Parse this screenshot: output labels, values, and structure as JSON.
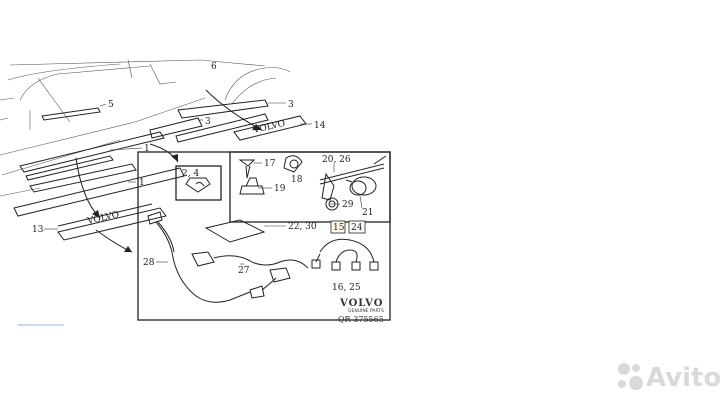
{
  "callouts": {
    "c5": "5",
    "c6": "6",
    "c3a": "3",
    "c3b": "3",
    "c14": "14",
    "c1a": "1",
    "c1b": "1",
    "c24": "2, 4",
    "c13": "13",
    "c17": "17",
    "c18": "18",
    "c2026": "20, 26",
    "c19": "19",
    "c29": "29",
    "c21": "21",
    "c2230": "22, 30",
    "c15": "15",
    "c24b": "24",
    "c28": "28",
    "c27": "27",
    "c1625": "16, 25"
  },
  "sill_text": {
    "upper": "VOLVO",
    "lower": "VOLVO"
  },
  "logo": {
    "brand": "VOLVO",
    "subtitle": "GENUINE PARTS",
    "reference": "QR-375565"
  },
  "watermark": {
    "text": "Avito"
  },
  "colors": {
    "line": "#222222",
    "faint_line": "#8cb0d8",
    "watermark": "#d9d9d9"
  }
}
